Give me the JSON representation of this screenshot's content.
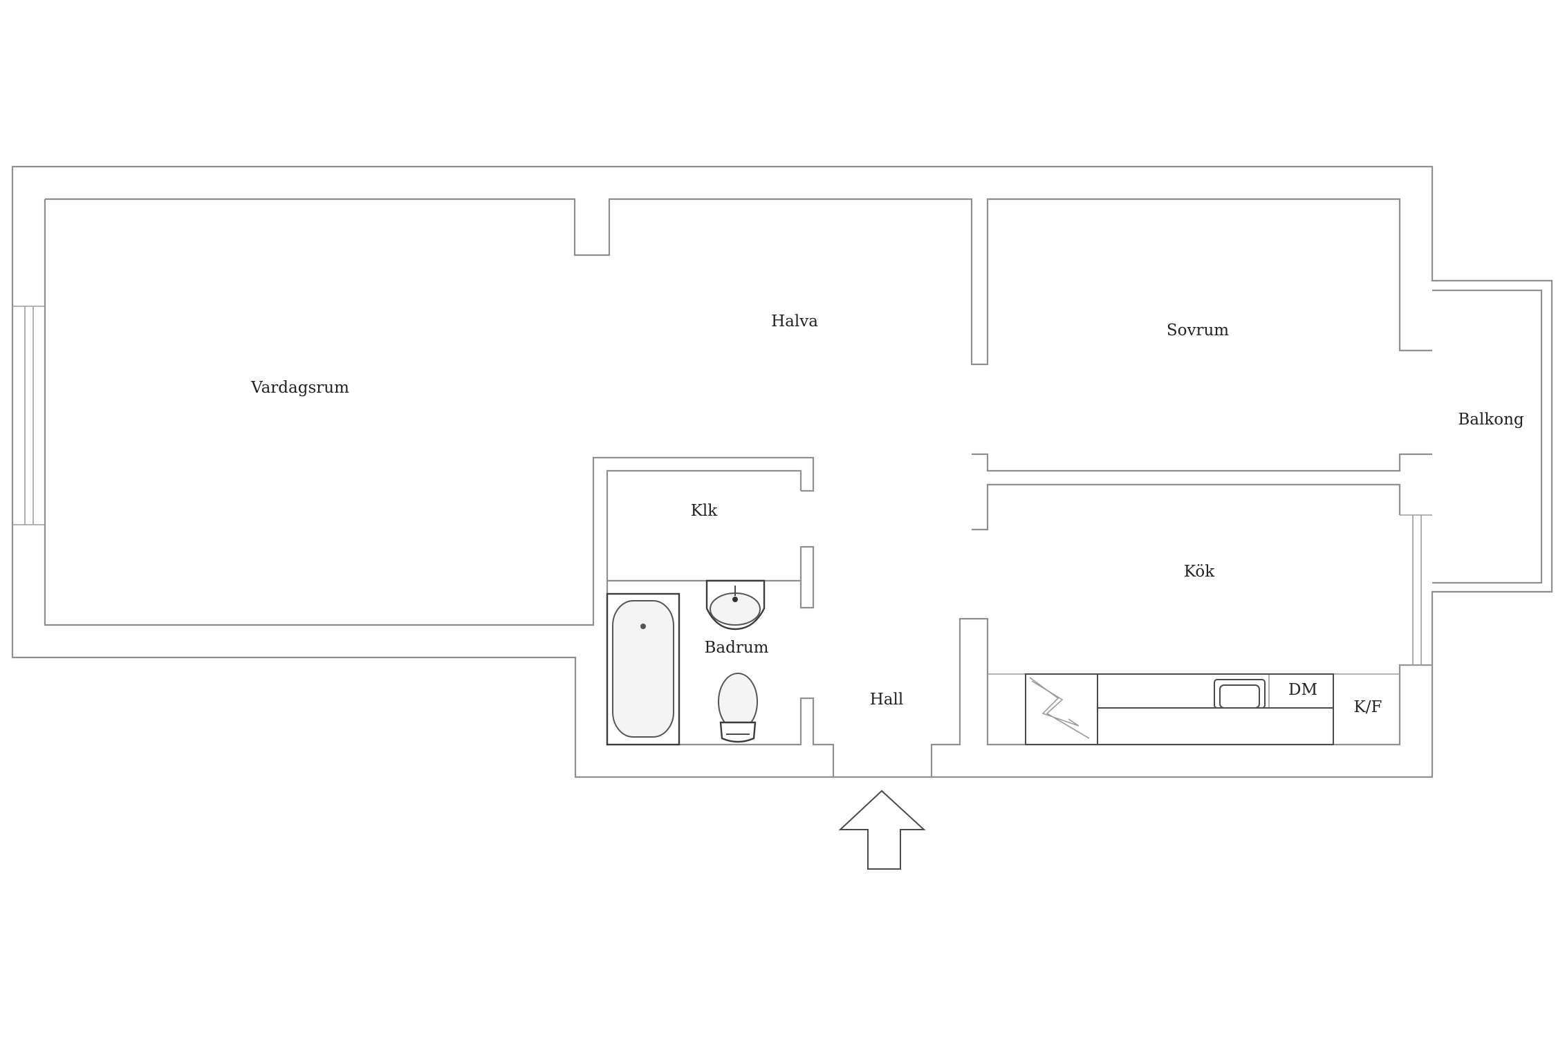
{
  "rooms": {
    "vardagsrum": "Vardagsrum",
    "halva": "Halva",
    "sovrum": "Sovrum",
    "balkong": "Balkong",
    "klk": "Klk",
    "kok": "Kök",
    "badrum": "Badrum",
    "hall": "Hall",
    "dm": "DM",
    "kf": "K/F"
  },
  "icons": {
    "entrance": "entrance-arrow-icon",
    "bathtub": "bathtub-icon",
    "sink": "sink-icon",
    "toilet": "toilet-icon",
    "stove": "stove-icon",
    "kitchen_sink": "kitchen-sink-icon"
  },
  "colors": {
    "walls": "#8f8f8f",
    "fixtures": "#3c3c3c",
    "background": "#ffffff"
  }
}
